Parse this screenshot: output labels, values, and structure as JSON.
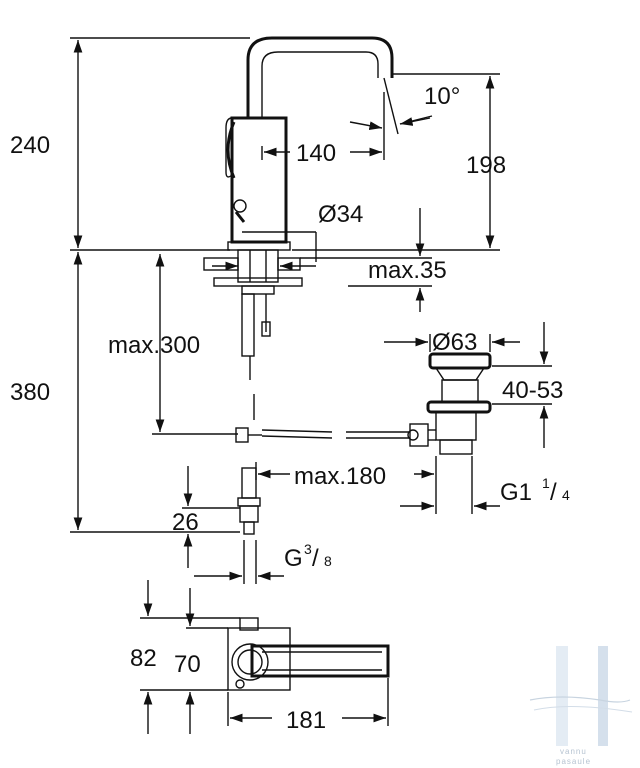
{
  "drawing": {
    "dimensions": {
      "height_total": "240",
      "spout_reach": "140",
      "spout_angle": "10°",
      "spout_height": "198",
      "base_diameter": "Ø34",
      "max_deck": "max.35",
      "max_hose_height": "max.300",
      "waste_diameter": "Ø63",
      "waste_range": "40-53",
      "under_height": "380",
      "max_rod": "max.180",
      "waste_thread_main": "G1",
      "waste_thread_num": "1",
      "waste_thread_den": "4",
      "connector": "26",
      "supply_thread_main": "G",
      "supply_thread_num": "3",
      "supply_thread_den": "8",
      "plan_depth": "82",
      "plan_inner": "70",
      "plan_width": "181"
    },
    "watermark": {
      "line1": "vannu",
      "line2": "pasaule"
    }
  }
}
